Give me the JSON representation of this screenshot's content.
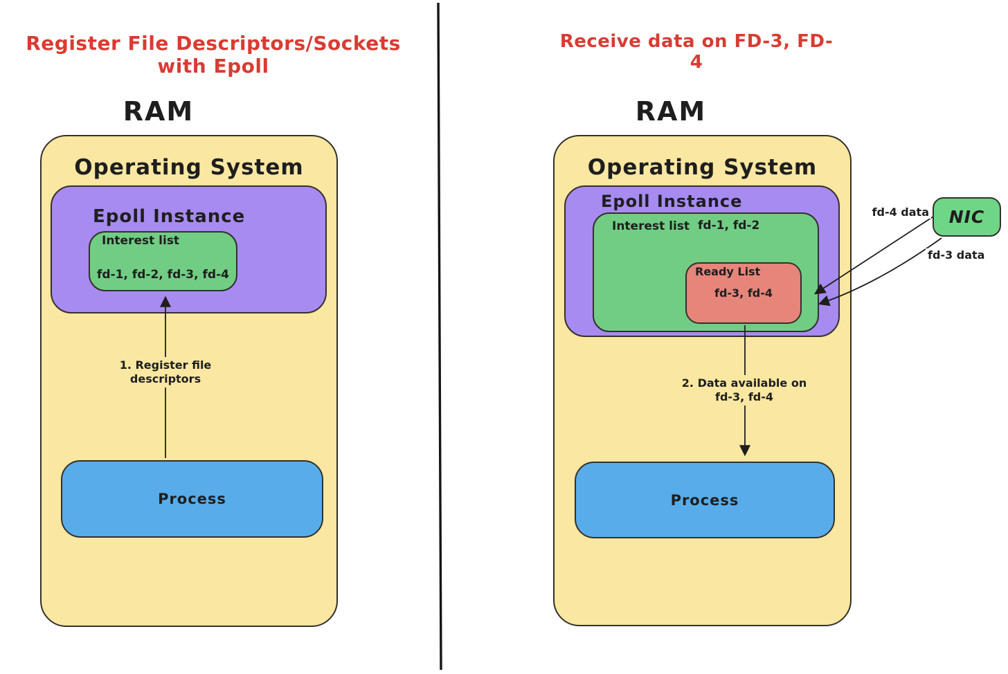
{
  "left_panel": {
    "title": "Register File Descriptors/Sockets with Epoll",
    "ram_label": "RAM",
    "os_label": "Operating System",
    "epoll_label": "Epoll Instance",
    "interest_list_label": "Interest list",
    "interest_list_fds": "fd-1, fd-2, fd-3, fd-4",
    "arrow_label_line1": "1. Register file",
    "arrow_label_line2": "descriptors",
    "process_label": "Process"
  },
  "right_panel": {
    "title": "Receive data on FD-3, FD-4",
    "ram_label": "RAM",
    "os_label": "Operating System",
    "epoll_label": "Epoll Instance",
    "interest_list_label": "Interest list",
    "interest_list_fds": "fd-1, fd-2",
    "ready_list_label": "Ready List",
    "ready_list_fds": "fd-3, fd-4",
    "arrow_label_line1": "2. Data available on",
    "arrow_label_line2": "fd-3, fd-4",
    "process_label": "Process",
    "nic_label": "NIC",
    "fd4_arrow_label": "fd-4 data",
    "fd3_arrow_label": "fd-3 data"
  },
  "colors": {
    "title_red": "#d93b33",
    "ink": "#1e1e1e",
    "os_yellow": "#fae7a1",
    "epoll_purple": "#a78bf0",
    "list_green": "#71cd84",
    "ready_salmon": "#e6857a",
    "process_blue": "#58ace9",
    "nic_green": "#6fd688"
  }
}
